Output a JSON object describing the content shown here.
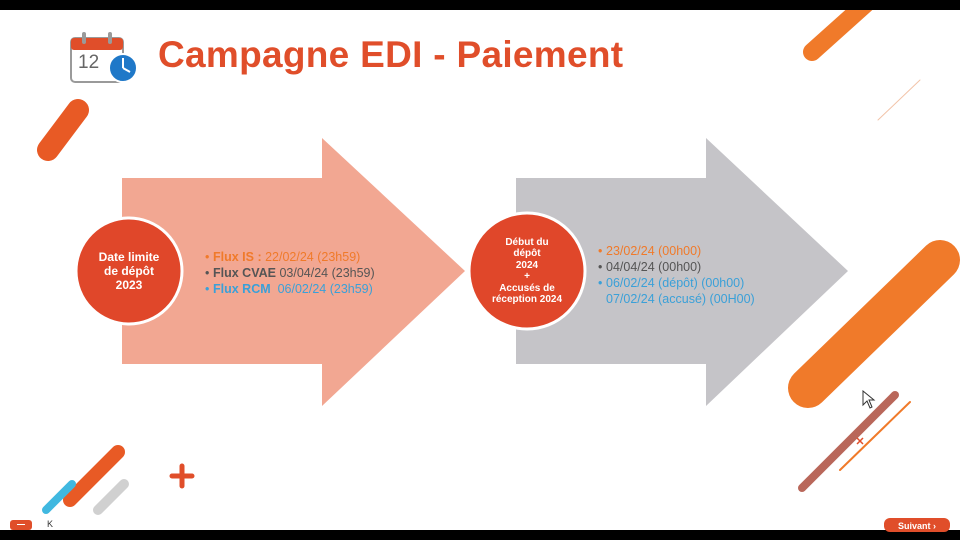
{
  "slide": {
    "title": "Campagne EDI - Paiement",
    "calendar_day": "12"
  },
  "left_block": {
    "circle_text": "Date limite\nde dépôt\n2023",
    "items": [
      {
        "label": "Flux IS :",
        "value": " 22/02/24 (23h59)"
      },
      {
        "label": "Flux CVAE",
        "value": " 03/04/24 (23h59)"
      },
      {
        "label": "Flux RCM",
        "value": "  06/02/24 (23h59)"
      }
    ]
  },
  "right_block": {
    "circle_text": "Début du\ndépôt\n2024\n+\nAccusés de\nréception 2024",
    "items": [
      {
        "value": "23/02/24 (00h00)"
      },
      {
        "value": "04/04/24 (00h00)"
      },
      {
        "value": "06/02/24 (dépôt) (00h00)"
      },
      {
        "value": "07/02/24 (accusé) (00H00)"
      }
    ]
  },
  "footer": {
    "prev_label": "K",
    "next_label": "Suivant"
  },
  "colors": {
    "accent": "#e04e2a",
    "orange": "#f07a2a",
    "gray_text": "#555555",
    "blue": "#3aa0d8",
    "left_arrow": "#f2a792",
    "right_arrow": "#c5c4c8",
    "circle_red": "#e0472a"
  }
}
